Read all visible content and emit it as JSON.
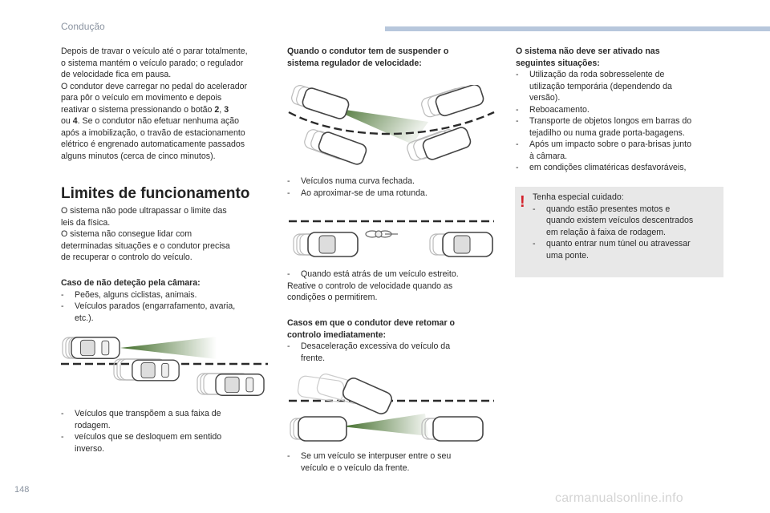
{
  "header": {
    "section": "Condução"
  },
  "page_number": "148",
  "watermark": "carmanualsonline.info",
  "col1": {
    "intro_lines": [
      "Depois de travar o veículo até o parar totalmente,",
      "o sistema mantém o veículo parado; o regulador",
      "de velocidade fica em pausa."
    ],
    "p2_lines": [
      "O condutor deve carregar no pedal do acelerador",
      "para pôr o veículo em movimento e depois"
    ],
    "p2_line3_pre": "reativar o sistema pressionando o botão ",
    "btn_a": "2",
    "sep1": ", ",
    "btn_b": "3",
    "p2_line4_pre": "ou ",
    "btn_c": "4",
    "p2_line4_post": ". Se o condutor não efetuar nenhuma ação",
    "p2_rest_lines": [
      "após a imobilização, o travão de estacionamento",
      "elétrico é engrenado automaticamente passados",
      "alguns minutos (cerca de cinco minutos)."
    ],
    "heading": "Limites de funcionamento",
    "limits_lines": [
      "O sistema não pode ultrapassar o limite das",
      "leis da física.",
      "O sistema não consegue lidar com",
      "determinadas situações e o condutor precisa",
      "de recuperar o controlo do veículo."
    ],
    "camera_title": "Caso de não deteção pela câmara:",
    "camera_items": [
      "Peões, alguns ciclistas, animais.",
      "Veículos parados (engarrafamento, avaria,",
      "etc.)."
    ],
    "lane_items": [
      "Veículos que transpõem a sua faixa de",
      "rodagem.",
      "veículos que se desloquem em sentido",
      "inverso."
    ]
  },
  "col2": {
    "suspend_title": "Quando o condutor tem de suspender o",
    "suspend_title2": "sistema regulador de velocidade:",
    "curve_items": [
      "Veículos numa curva fechada.",
      "Ao aproximar-se de uma rotunda."
    ],
    "narrow_item": "Quando está atrás de um veículo estreito.",
    "narrow_rest": [
      "Reative o controlo de velocidade quando as",
      "condições o permitirem."
    ],
    "retake_title": "Casos em que o condutor deve retomar o",
    "retake_title2": "controlo imediatamente:",
    "retake_items": [
      "Desaceleração excessiva do veículo da",
      "frente."
    ],
    "cutin_items": [
      "Se um veículo se interpuser entre o seu",
      "veículo e o veículo da frente."
    ]
  },
  "col3": {
    "not_active_title": "O sistema não deve ser ativado nas",
    "not_active_title2": "seguintes situações:",
    "not_active_items": [
      "Utilização da roda sobresselente de",
      "utilização temporária (dependendo da",
      "versão).",
      "Reboacamento.",
      "Transporte de objetos longos em barras do",
      "tejadilho ou numa grade porta-bagagens.",
      "Após um impacto sobre o para-brisas junto",
      "à câmara.",
      "em condições climatéricas desfavoráveis,"
    ],
    "warning_title": "Tenha especial cuidado:",
    "warning_items": [
      "quando estão presentes motos e",
      "quando existem veículos descentrados",
      "em relação à faixa de rodagem.",
      "quanto entrar num túnel ou atravessar",
      "uma ponte."
    ]
  },
  "colors": {
    "beam": "#3f6b27",
    "accent": "#b7c7dc",
    "warning": "#d3202a",
    "box": "#e8e8e8"
  }
}
